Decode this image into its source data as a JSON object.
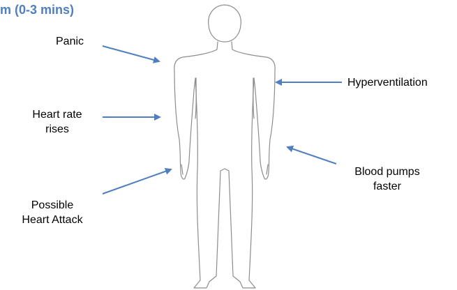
{
  "diagram": {
    "title": "m (0-3 mins)",
    "colors": {
      "title": "#4f7fbf",
      "arrow": "#4f7fbf",
      "outline": "#8c8c8c"
    },
    "labels": {
      "panic": "Panic",
      "hyperventilation": "Hyperventilation",
      "heart_rate_line1": "Heart rate",
      "heart_rate_line2": "rises",
      "blood_pumps_line1": "Blood pumps",
      "blood_pumps_line2": "faster",
      "heart_attack_line1": "Possible",
      "heart_attack_line2": "Heart Attack"
    }
  }
}
